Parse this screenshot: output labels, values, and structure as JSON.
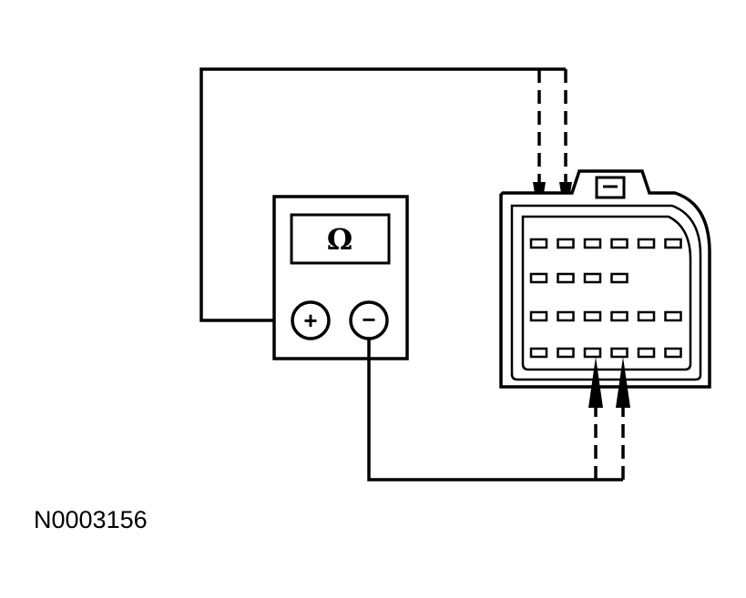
{
  "meter": {
    "display_symbol": "Ω",
    "positive_symbol": "+",
    "negative_symbol": "−"
  },
  "connector": {
    "rows": [
      6,
      4,
      6,
      6
    ]
  },
  "figure_id": "N0003156"
}
